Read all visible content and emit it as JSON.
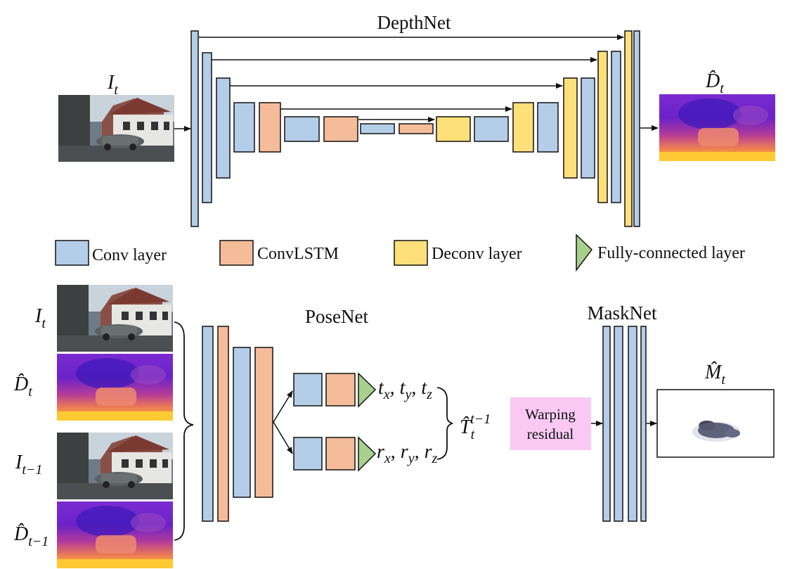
{
  "depthnet": {
    "title": "DepthNet",
    "input_label": "I",
    "input_sub": "t",
    "output_label": "D̂",
    "output_sub": "t"
  },
  "legend": {
    "conv": "Conv layer",
    "convlstm": "ConvLSTM",
    "deconv": "Deconv layer",
    "fc": "Fully-connected layer"
  },
  "posenet": {
    "title": "PoseNet",
    "inputs": [
      {
        "label": "I",
        "sub": "t"
      },
      {
        "label": "D̂",
        "sub": "t"
      },
      {
        "label": "I",
        "sub": "t−1"
      },
      {
        "label": "D̂",
        "sub": "t−1"
      }
    ],
    "translation": "t",
    "translation_subs": [
      "x",
      "y",
      "z"
    ],
    "rotation": "r",
    "rotation_subs": [
      "x",
      "y",
      "z"
    ],
    "transform_label": "T̂",
    "transform_sub": "t",
    "transform_sup": "t−1"
  },
  "masknet": {
    "title": "MaskNet",
    "warping_box": [
      "Warping",
      "residual"
    ],
    "output_label": "M̂",
    "output_sub": "t"
  },
  "colors": {
    "conv": "#b4cde8",
    "convlstm": "#f5bc9a",
    "deconv": "#fde07a",
    "fc": "#a8d08d",
    "warping": "#f9c9f4",
    "outline": "#111111"
  }
}
